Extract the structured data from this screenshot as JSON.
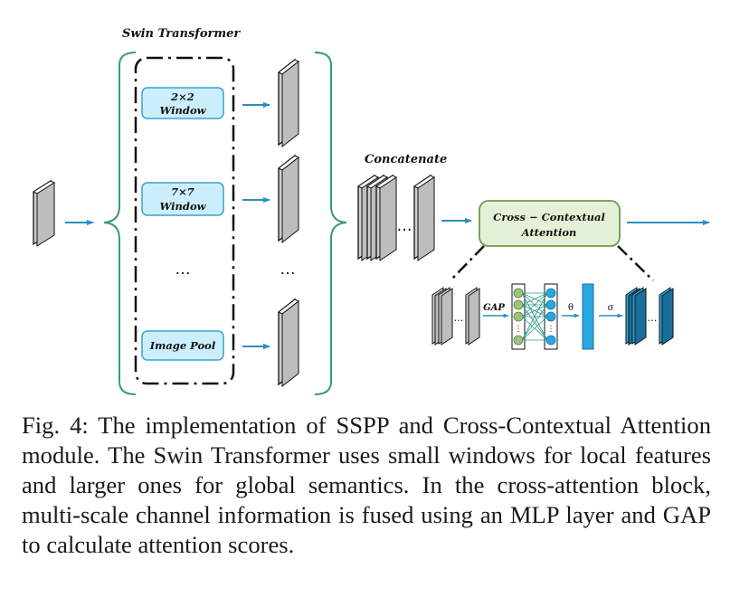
{
  "title": "Swin Transformer",
  "windows": [
    {
      "line1": "2×2",
      "line2": "Window"
    },
    {
      "line1": "7×7",
      "line2": "Window"
    },
    {
      "line1": "Image Pool",
      "line2": ""
    }
  ],
  "ellipsis": "…",
  "concatenate_label": "Concatenate",
  "attention_box": {
    "line1": "Cross − Contextual",
    "line2": "Attention"
  },
  "detail": {
    "gap_label": "GAP",
    "theta_label": "θ",
    "sigma_label": "σ"
  },
  "caption": "Fig. 4: The implementation of SSPP and Cross-Contextual Attention module. The Swin Transformer uses small windows for local features and larger ones for global semantics. In the cross-attention block, multi-scale channel information is fused using an MLP layer and GAP to calculate attention scores.",
  "colors": {
    "arrow": "#2a8fc0",
    "bracket": "#3a9a76",
    "window_fill": "#cdeefc",
    "window_border": "#3aa0d0",
    "attention_fill": "#e4f1d6",
    "attention_border": "#6e9a4a",
    "feature_fill": "#d2d2d2",
    "node_green": "#9dc47a",
    "node_blue": "#29a8e0",
    "dark_teal": "#1a6f9a"
  }
}
